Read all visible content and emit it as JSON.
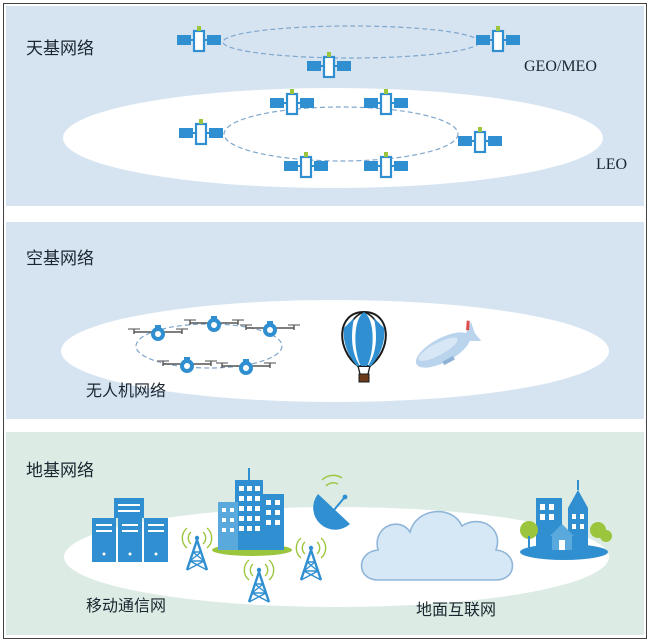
{
  "sections": {
    "space": {
      "title": "天基网络",
      "geo_label": "GEO/MEO",
      "leo_label": "LEO"
    },
    "air": {
      "title": "空基网络",
      "uav_label": "无人机网络"
    },
    "ground": {
      "title": "地基网络",
      "mobile_label": "移动通信网",
      "internet_label": "地面互联网"
    }
  },
  "colors": {
    "band_blue": "#d6e4f2",
    "band_green": "#dcebe3",
    "icon_blue": "#2f8fd0",
    "antenna_green": "#9bc53d"
  }
}
